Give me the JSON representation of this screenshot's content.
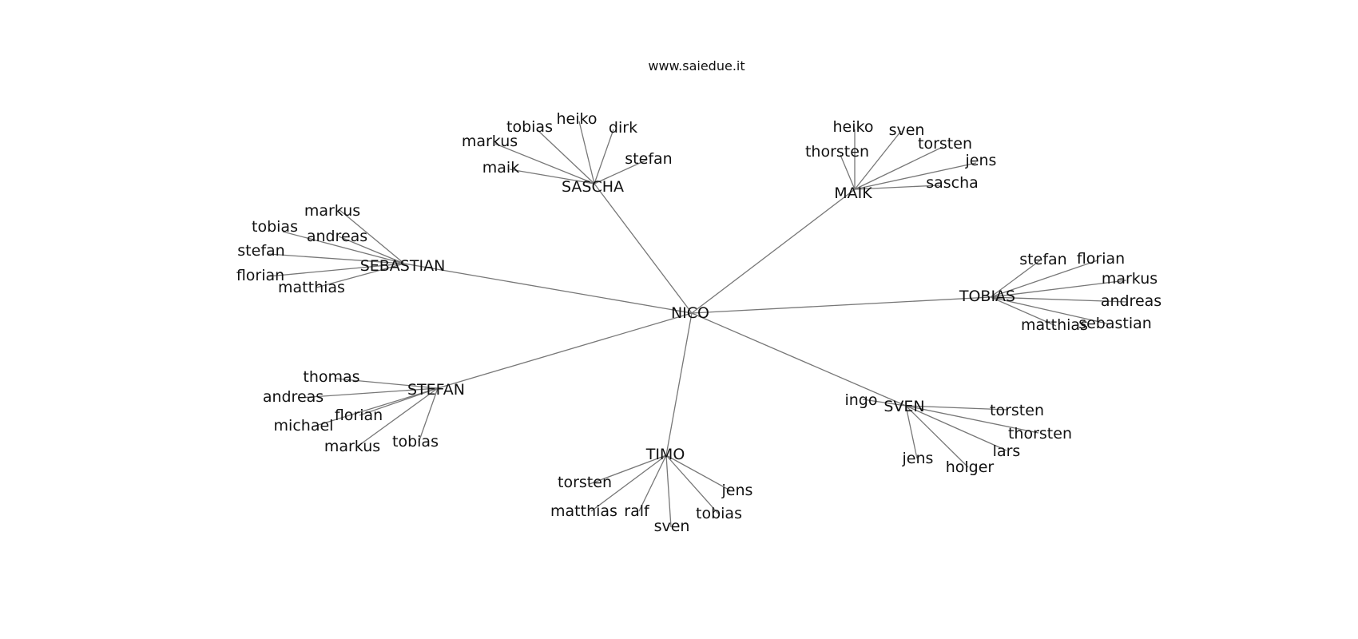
{
  "site": "www.saiedue.it",
  "center": "NICO",
  "hubs": [
    {
      "id": "sascha",
      "label": "SASCHA",
      "leaves": [
        "tobias",
        "heiko",
        "dirk",
        "markus",
        "maik",
        "stefan"
      ]
    },
    {
      "id": "maik",
      "label": "MAIK",
      "leaves": [
        "heiko",
        "sven",
        "thorsten",
        "torsten",
        "jens",
        "sascha"
      ]
    },
    {
      "id": "sebastian",
      "label": "SEBASTIAN",
      "leaves": [
        "markus",
        "tobias",
        "andreas",
        "stefan",
        "florian",
        "matthias"
      ]
    },
    {
      "id": "tobias",
      "label": "TOBIAS",
      "leaves": [
        "stefan",
        "florian",
        "markus",
        "andreas",
        "matthias",
        "sebastian"
      ]
    },
    {
      "id": "stefan",
      "label": "STEFAN",
      "leaves": [
        "thomas",
        "andreas",
        "florian",
        "michael",
        "markus",
        "tobias"
      ]
    },
    {
      "id": "sven",
      "label": "SVEN",
      "leaves": [
        "ingo",
        "torsten",
        "thorsten",
        "lars",
        "jens",
        "holger"
      ]
    },
    {
      "id": "timo",
      "label": "TIMO",
      "leaves": [
        "torsten",
        "jens",
        "matthias",
        "ralf",
        "tobias",
        "sven"
      ]
    }
  ]
}
